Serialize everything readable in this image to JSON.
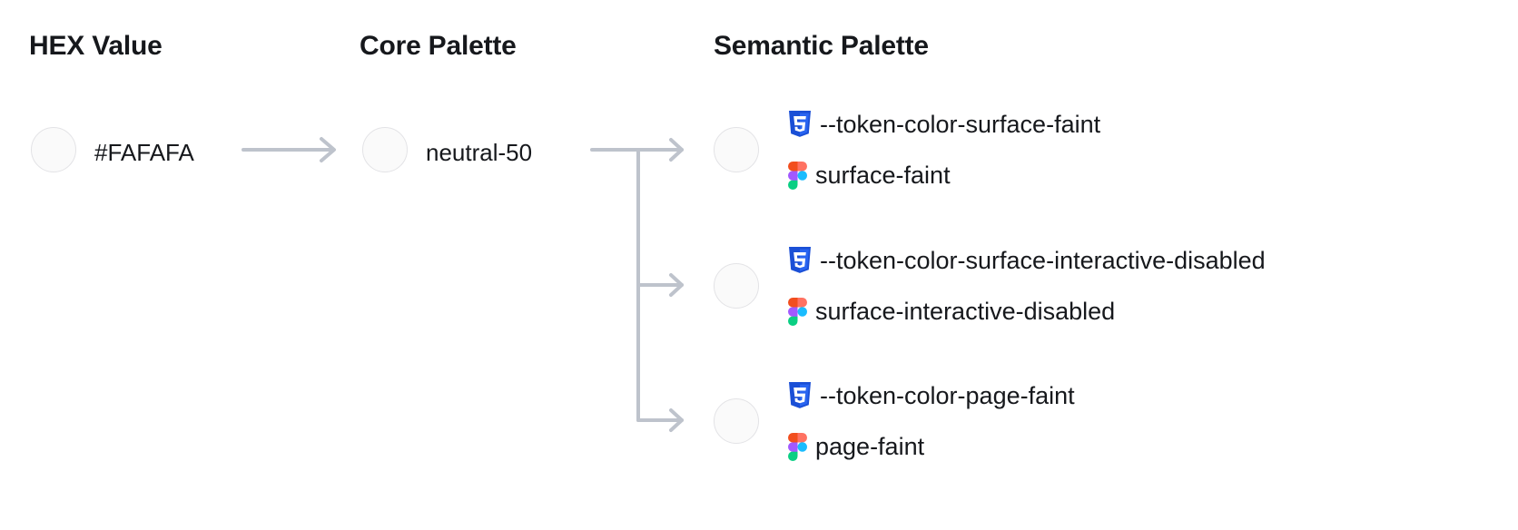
{
  "columns": {
    "hex": {
      "title": "HEX Value"
    },
    "core": {
      "title": "Core Palette"
    },
    "semantic": {
      "title": "Semantic Palette"
    }
  },
  "hex": {
    "swatch_color": "#FAFAFA",
    "label": "#FAFAFA"
  },
  "core": {
    "swatch_color": "#FAFAFA",
    "label": "neutral-50"
  },
  "semantic": [
    {
      "swatch_color": "#FAFAFA",
      "css_icon": "css3-icon",
      "css_token": "--token-color-surface-faint",
      "figma_icon": "figma-icon",
      "figma_token": "surface-faint"
    },
    {
      "swatch_color": "#FAFAFA",
      "css_icon": "css3-icon",
      "css_token": "--token-color-surface-interactive-disabled",
      "figma_icon": "figma-icon",
      "figma_token": "surface-interactive-disabled"
    },
    {
      "swatch_color": "#FAFAFA",
      "css_icon": "css3-icon",
      "css_token": "--token-color-page-faint",
      "figma_icon": "figma-icon",
      "figma_token": "page-faint"
    }
  ],
  "connectors": {
    "arrow_color": "#BEC3CC",
    "swatch_border_color": "#E3E3E6",
    "hex_to_core": "arrow-right-icon",
    "core_to_semantic": "branch-arrow-icon"
  },
  "palette": {
    "text_color": "#16181C",
    "background": "#FFFFFF",
    "css_icon_blue": "#2965F1",
    "css_icon_blue_dark": "#1A4FD6",
    "figma_orange": "#F24E1E",
    "figma_red": "#FF7262",
    "figma_purple": "#A259FF",
    "figma_blue": "#1ABCFE",
    "figma_green": "#0ACF83"
  }
}
